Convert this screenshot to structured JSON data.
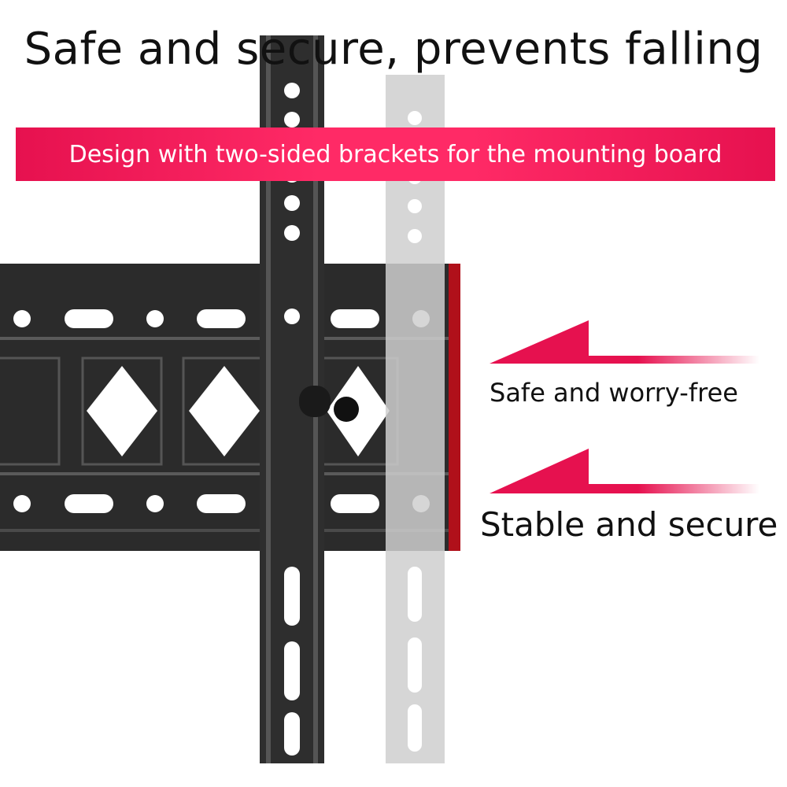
{
  "title": "Safe and secure, prevents falling",
  "banner": "Design with two-sided brackets for the mounting board",
  "callouts": [
    "Safe and worry-free",
    "Stable and secure"
  ],
  "colors": {
    "accent": "#e6114f",
    "plate": "#2b2b2b",
    "text": "#111111"
  }
}
